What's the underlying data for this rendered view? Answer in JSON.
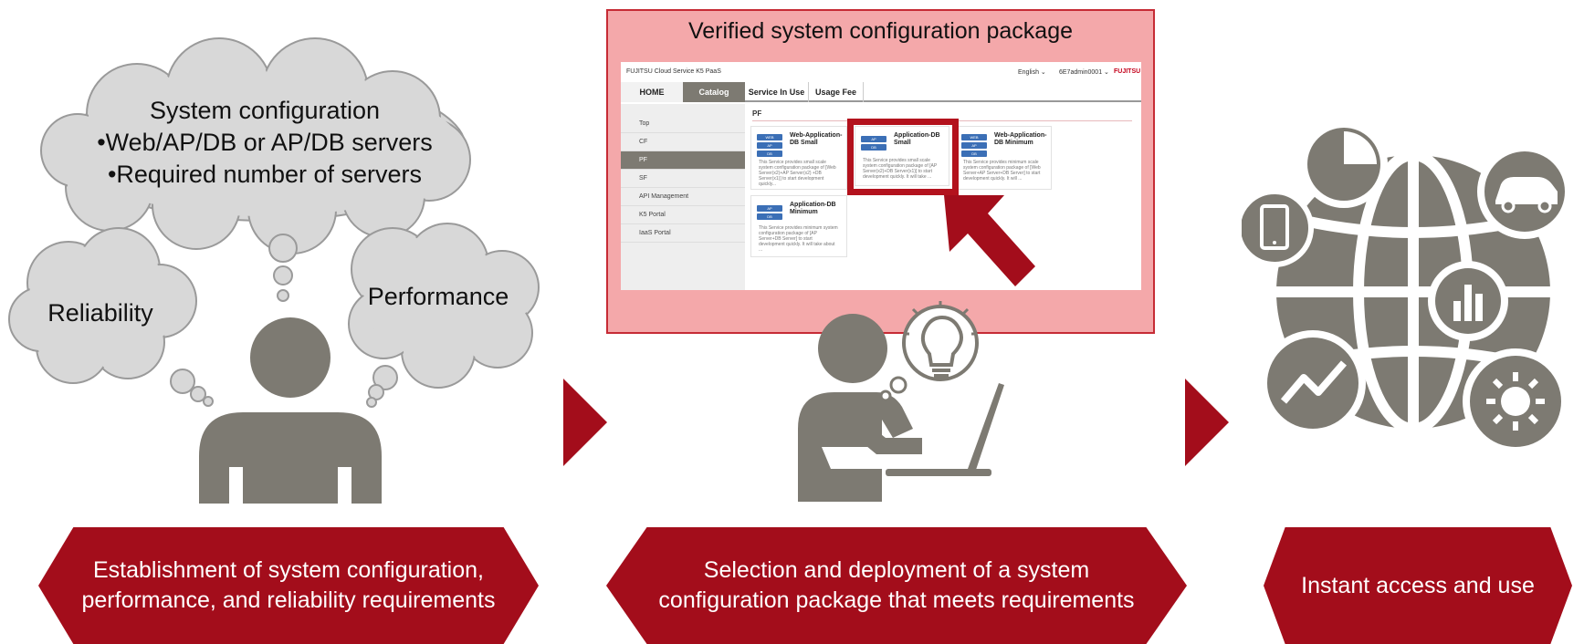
{
  "clouds": {
    "main_title": "System configuration",
    "main_bullets": [
      "•Web/AP/DB or AP/DB servers",
      "•Required number of servers"
    ],
    "left": "Reliability",
    "right": "Performance"
  },
  "panel": {
    "title": "Verified system configuration package",
    "screenshot": {
      "brand": "FUJITSU Cloud Service K5 PaaS",
      "language": "English",
      "user": "6E7admin0001",
      "logo_text": "FUJITSU",
      "nav": [
        "HOME",
        "Catalog",
        "Service In Use",
        "Usage Fee"
      ],
      "sidebar": [
        "Top",
        "CF",
        "PF",
        "SF",
        "API Management",
        "K5 Portal",
        "IaaS Portal"
      ],
      "section": "PF",
      "cards": [
        {
          "title": "Web-Application-DB Small",
          "chips": [
            "WEB",
            "AP",
            "DB"
          ],
          "desc": "This Service provides small scale system configuration package of [Web Server(x2)+AP Server(x2) +DB Server(x1)] to start development quickly..."
        },
        {
          "title": "Application-DB Small",
          "chips": [
            "AP",
            "DB"
          ],
          "desc": "This Service provides small scale system configuration package of [AP Server(x2)+DB Server(x1)] to start development quickly. It will take ..."
        },
        {
          "title": "Web-Application-DB Minimum",
          "chips": [
            "WEB",
            "AP",
            "DB"
          ],
          "desc": "This Service provides minimum scale system configuration package of [Web Server+AP Server+DB Server] to start development quickly. It will ..."
        },
        {
          "title": "Application-DB Minimum",
          "chips": [
            "AP",
            "DB"
          ],
          "desc": "This Service provides minimum system configuration package of [AP Server+DB Server] to start development quickly. It will take about ..."
        }
      ]
    }
  },
  "banners": {
    "left": "Establishment of system configuration, performance, and reliability requirements",
    "middle": "Selection and deployment of a system configuration package that meets requirements",
    "right": "Instant access and use"
  },
  "colors": {
    "accent": "#a30d1b",
    "icon_gray": "#7d7a72",
    "cloud_fill": "#d8d8d8",
    "panel_bg": "#f4a8aa"
  }
}
